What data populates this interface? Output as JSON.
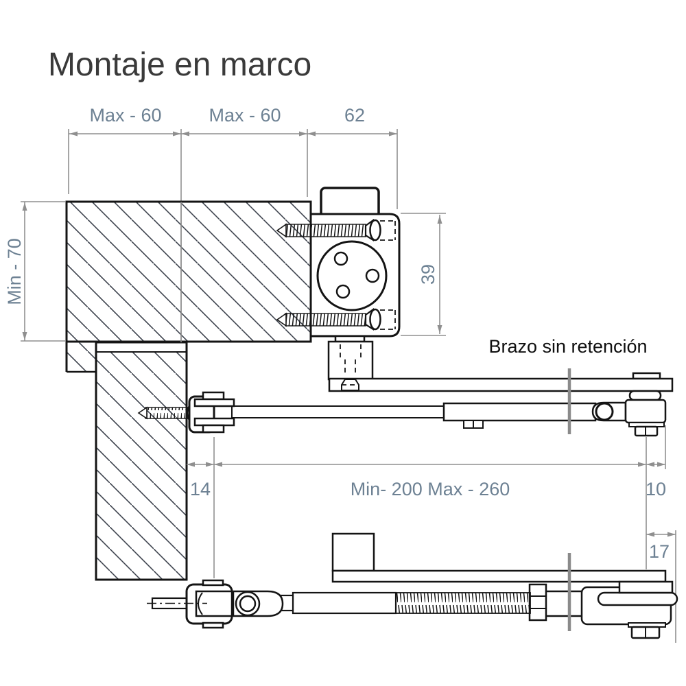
{
  "title": "Montaje en marco",
  "labels": {
    "arm_label": "Brazo sin retención"
  },
  "dimensions": {
    "top_left": "Max - 60",
    "top_mid": "Max - 60",
    "top_right": "62",
    "left_vertical": "Min - 70",
    "body_height": "39",
    "offset_left": "14",
    "arm_span": "Min- 200  Max - 260",
    "offset_right": "10",
    "lower_offset": "17"
  },
  "colors": {
    "drawing_line": "#141414",
    "dimension_line": "#8f8f8f",
    "dimension_text": "#6d8193",
    "title_text": "#3a3a3a",
    "axis_line": "#8a8a8a"
  }
}
